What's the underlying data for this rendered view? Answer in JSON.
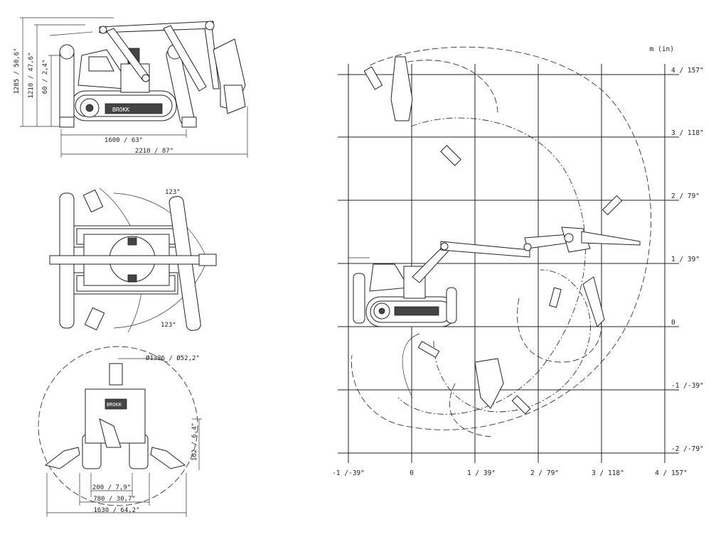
{
  "side_view": {
    "height_overall": "1285 / 50,6\"",
    "height_cab": "1210 / 47,6\"",
    "ground_clearance": "60 / 2,4\"",
    "track_length": "1600 / 63\"",
    "length_overall": "2210 / 87\"",
    "brand_text": "BROKK"
  },
  "top_view": {
    "slew_angle_top": "123°",
    "slew_angle_bottom": "123°"
  },
  "front_view": {
    "slew_diameter": "Ø1326 / Ø52,2\"",
    "outrigger_lift": "162 / 6,4\"",
    "track_width": "200 / 7,9\"",
    "width_tracks": "780 / 30,7\"",
    "width_outriggers": "1630 / 64,2\"",
    "brand_text": "BROKK"
  },
  "reach_chart": {
    "unit_label": "m (in)",
    "y_labels": [
      "4 / 157\"",
      "3 / 118\"",
      "2 / 79\"",
      "1 / 39\"",
      "0",
      "-1 /-39\"",
      "-2 /-79\""
    ],
    "x_labels": [
      "-1 /-39\"",
      "0",
      "1 / 39\"",
      "2 / 79\"",
      "3 / 118\"",
      "4 / 157\""
    ]
  }
}
